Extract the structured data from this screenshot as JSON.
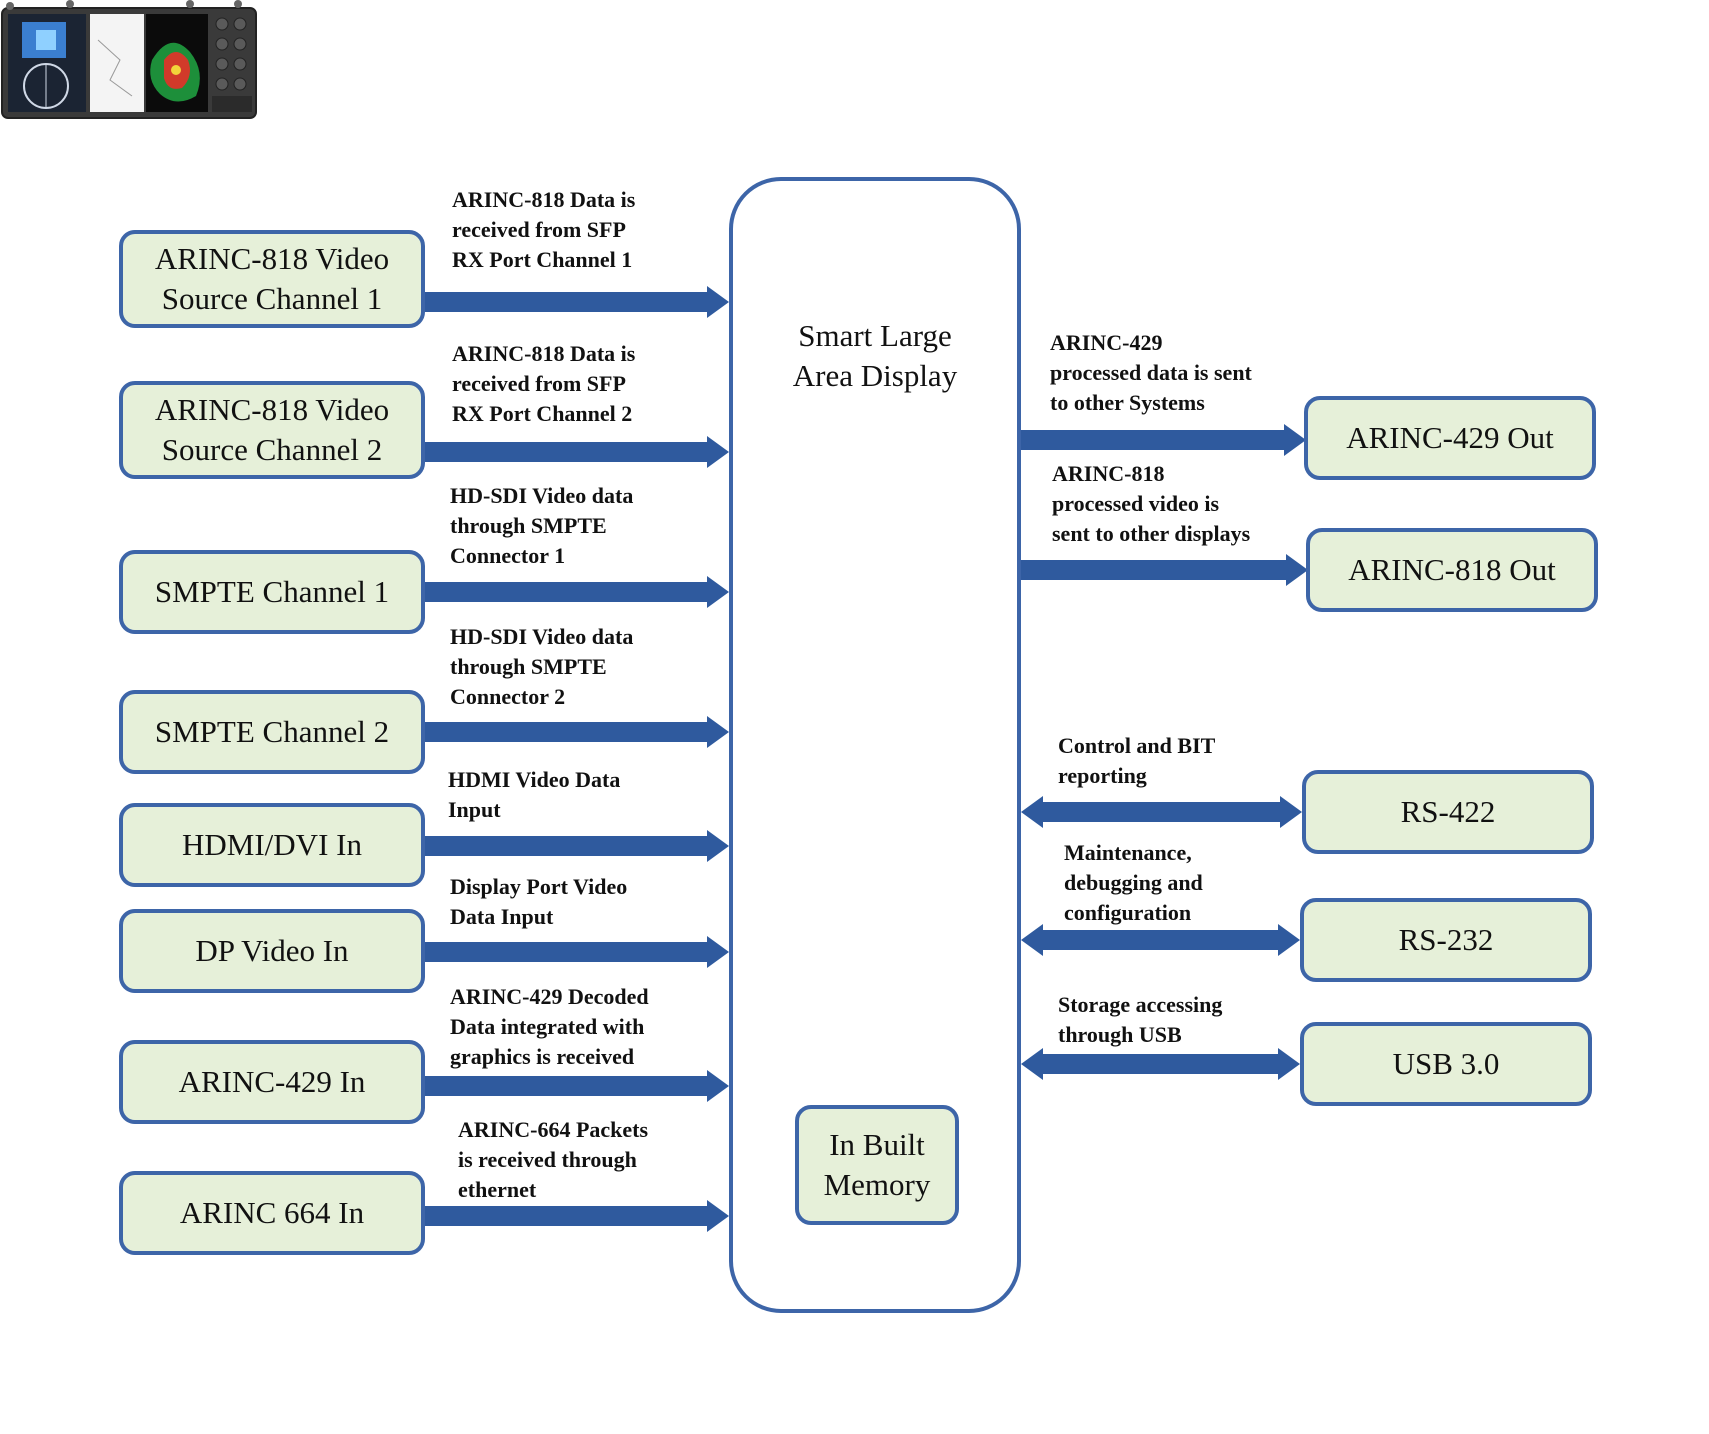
{
  "main": {
    "title": "Smart Large\nArea Display",
    "memory": "In Built\nMemory"
  },
  "inputs": [
    {
      "box": "ARINC-818 Video\nSource Channel 1",
      "label": "ARINC-818 Data is\nreceived from SFP\nRX Port Channel 1"
    },
    {
      "box": "ARINC-818 Video\nSource Channel 2",
      "label": "ARINC-818 Data is\nreceived from SFP\nRX Port Channel 2"
    },
    {
      "box": "SMPTE Channel 1",
      "label": "HD-SDI Video data\nthrough SMPTE\nConnector 1"
    },
    {
      "box": "SMPTE Channel 2",
      "label": "HD-SDI Video data\nthrough SMPTE\nConnector 2"
    },
    {
      "box": "HDMI/DVI In",
      "label": "HDMI Video Data\nInput"
    },
    {
      "box": "DP Video In",
      "label": "Display Port Video\nData Input"
    },
    {
      "box": "ARINC-429 In",
      "label": "ARINC-429 Decoded\nData integrated with\ngraphics is received"
    },
    {
      "box": "ARINC 664 In",
      "label": "ARINC-664 Packets\nis received through\nethernet"
    }
  ],
  "outputs": [
    {
      "box": "ARINC-429 Out",
      "label": "ARINC-429\nprocessed data is sent\nto other Systems"
    },
    {
      "box": "ARINC-818 Out",
      "label": "ARINC-818\nprocessed video is\nsent to other displays"
    },
    {
      "box": "RS-422",
      "label": "Control and BIT\nreporting"
    },
    {
      "box": "RS-232",
      "label": "Maintenance,\ndebugging and\nconfiguration"
    },
    {
      "box": "USB 3.0",
      "label": "Storage accessing\nthrough USB"
    }
  ],
  "colors": {
    "arrow": "#2f5a9e",
    "box_fill": "#e6f0d9",
    "box_border": "#3d65a8"
  }
}
